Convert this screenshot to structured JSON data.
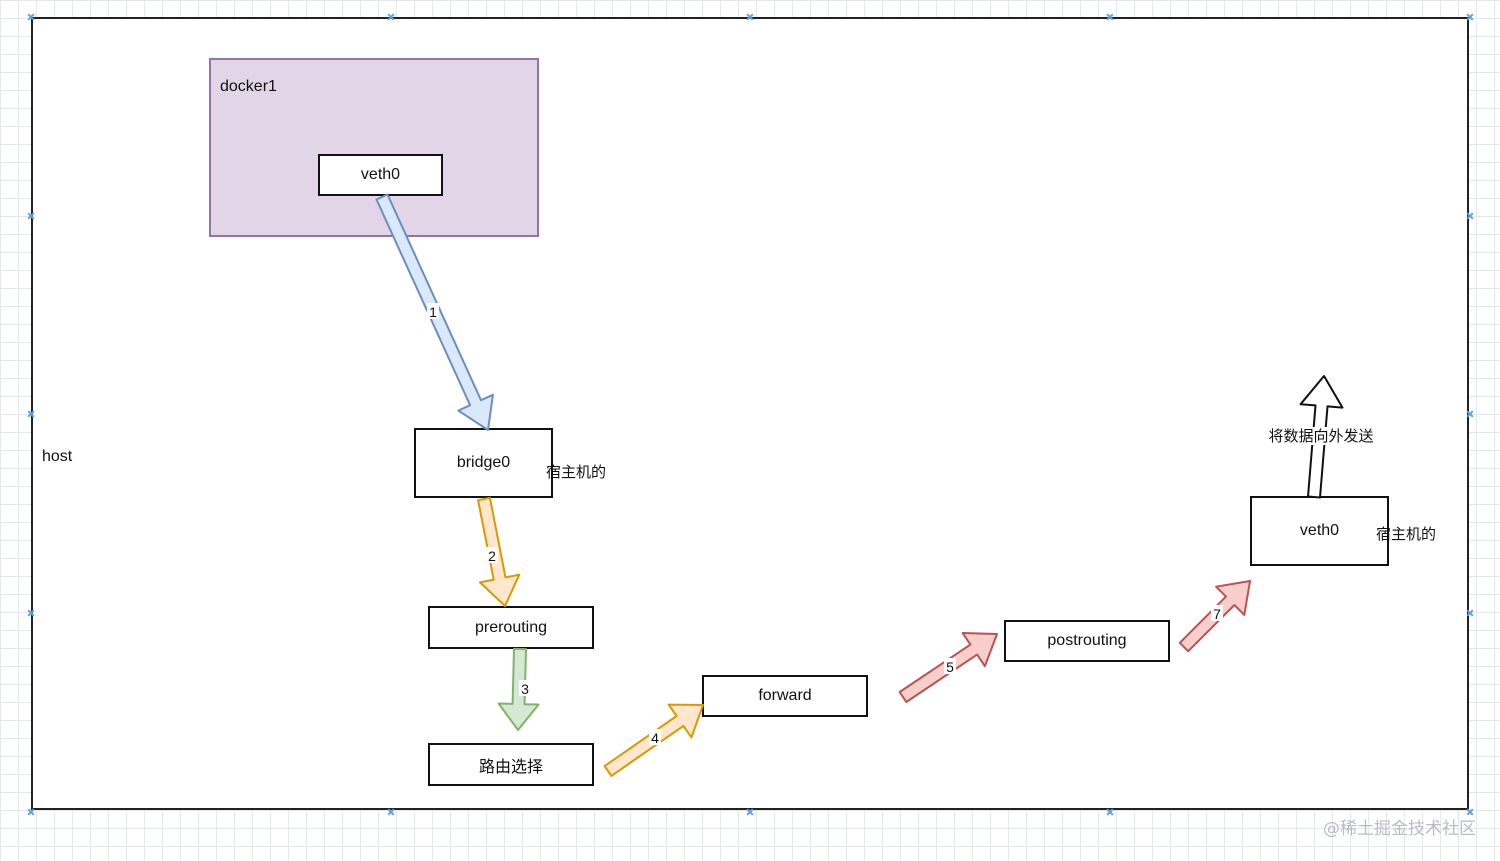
{
  "host": {
    "label": "host"
  },
  "docker": {
    "label": "docker1"
  },
  "nodes": {
    "veth0_container": "veth0",
    "bridge0": "bridge0",
    "prerouting": "prerouting",
    "routing": "路由选择",
    "forward": "forward",
    "postrouting": "postrouting",
    "veth0_host": "veth0"
  },
  "annotations": {
    "host_bridge": "宿主机的",
    "host_veth": "宿主机的",
    "send_out": "将数据向外发送"
  },
  "arrows": [
    {
      "step": "1",
      "color": "#dae8fc",
      "stroke": "#6c8ebf"
    },
    {
      "step": "2",
      "color": "#ffe6cc",
      "stroke": "#d79b00"
    },
    {
      "step": "3",
      "color": "#d5e8d4",
      "stroke": "#82b366"
    },
    {
      "step": "4",
      "color": "#ffe6cc",
      "stroke": "#d79b00"
    },
    {
      "step": "5",
      "color": "#f8cecc",
      "stroke": "#b85450"
    },
    {
      "step": "7",
      "color": "#f8cecc",
      "stroke": "#b85450"
    },
    {
      "step": "",
      "color": "#ffffff",
      "stroke": "#111111"
    }
  ],
  "watermark": "@稀土掘金技术社区"
}
